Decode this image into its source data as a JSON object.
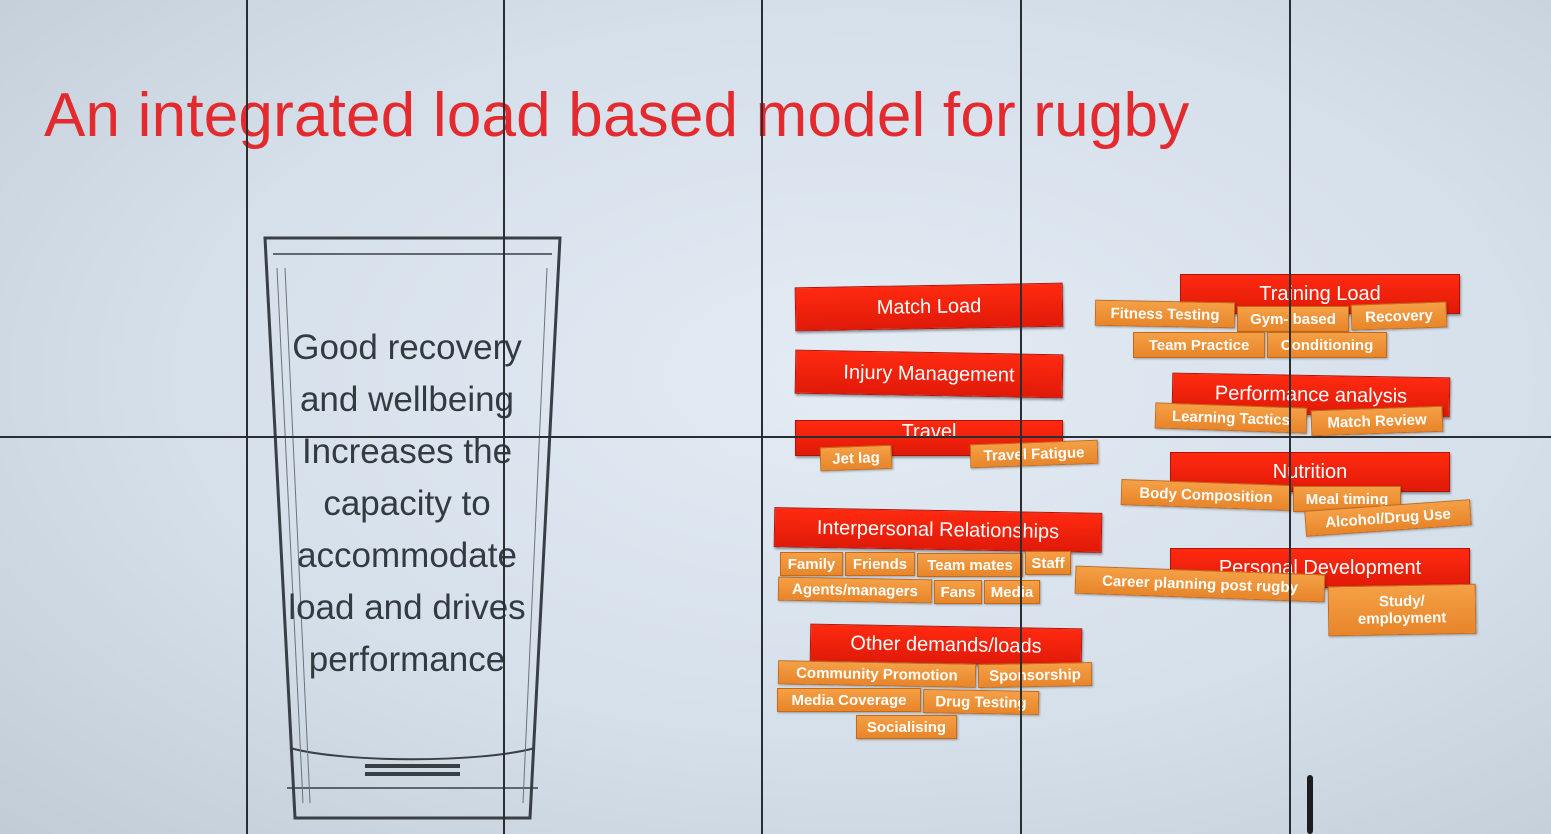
{
  "title": "An integrated load based model for rugby",
  "glass_text": [
    "Good recovery",
    "and wellbeing",
    "Increases the",
    "capacity to",
    "accommodate",
    "load and drives",
    "performance"
  ],
  "categories": {
    "match_load": "Match Load",
    "injury_management": "Injury Management",
    "travel": {
      "label": "Travel",
      "items": [
        "Jet lag",
        "Travel Fatigue"
      ]
    },
    "interpersonal": {
      "label": "Interpersonal Relationships",
      "items": [
        "Family",
        "Friends",
        "Team mates",
        "Staff",
        "Agents/managers",
        "Fans",
        "Media"
      ]
    },
    "other_demands": {
      "label": "Other demands/loads",
      "items": [
        "Community Promotion",
        "Sponsorship",
        "Media Coverage",
        "Drug Testing",
        "Socialising"
      ]
    },
    "training_load": {
      "label": "Training Load",
      "items": [
        "Fitness Testing",
        "Gym- based",
        "Recovery",
        "Team Practice",
        "Conditioning"
      ]
    },
    "performance_analysis": {
      "label": "Performance analysis",
      "items": [
        "Learning Tactics",
        "Match Review"
      ]
    },
    "nutrition": {
      "label": "Nutrition",
      "items": [
        "Body Composition",
        "Meal timing",
        "Alcohol/Drug Use"
      ]
    },
    "personal_development": {
      "label": "Personal Development",
      "items": [
        "Career planning post rugby",
        "Study/ employment"
      ]
    }
  },
  "colors": {
    "title": "#e32a2e",
    "header_box": "#f0200c",
    "sub_box": "#f0942e",
    "glass_text": "#333a40"
  }
}
